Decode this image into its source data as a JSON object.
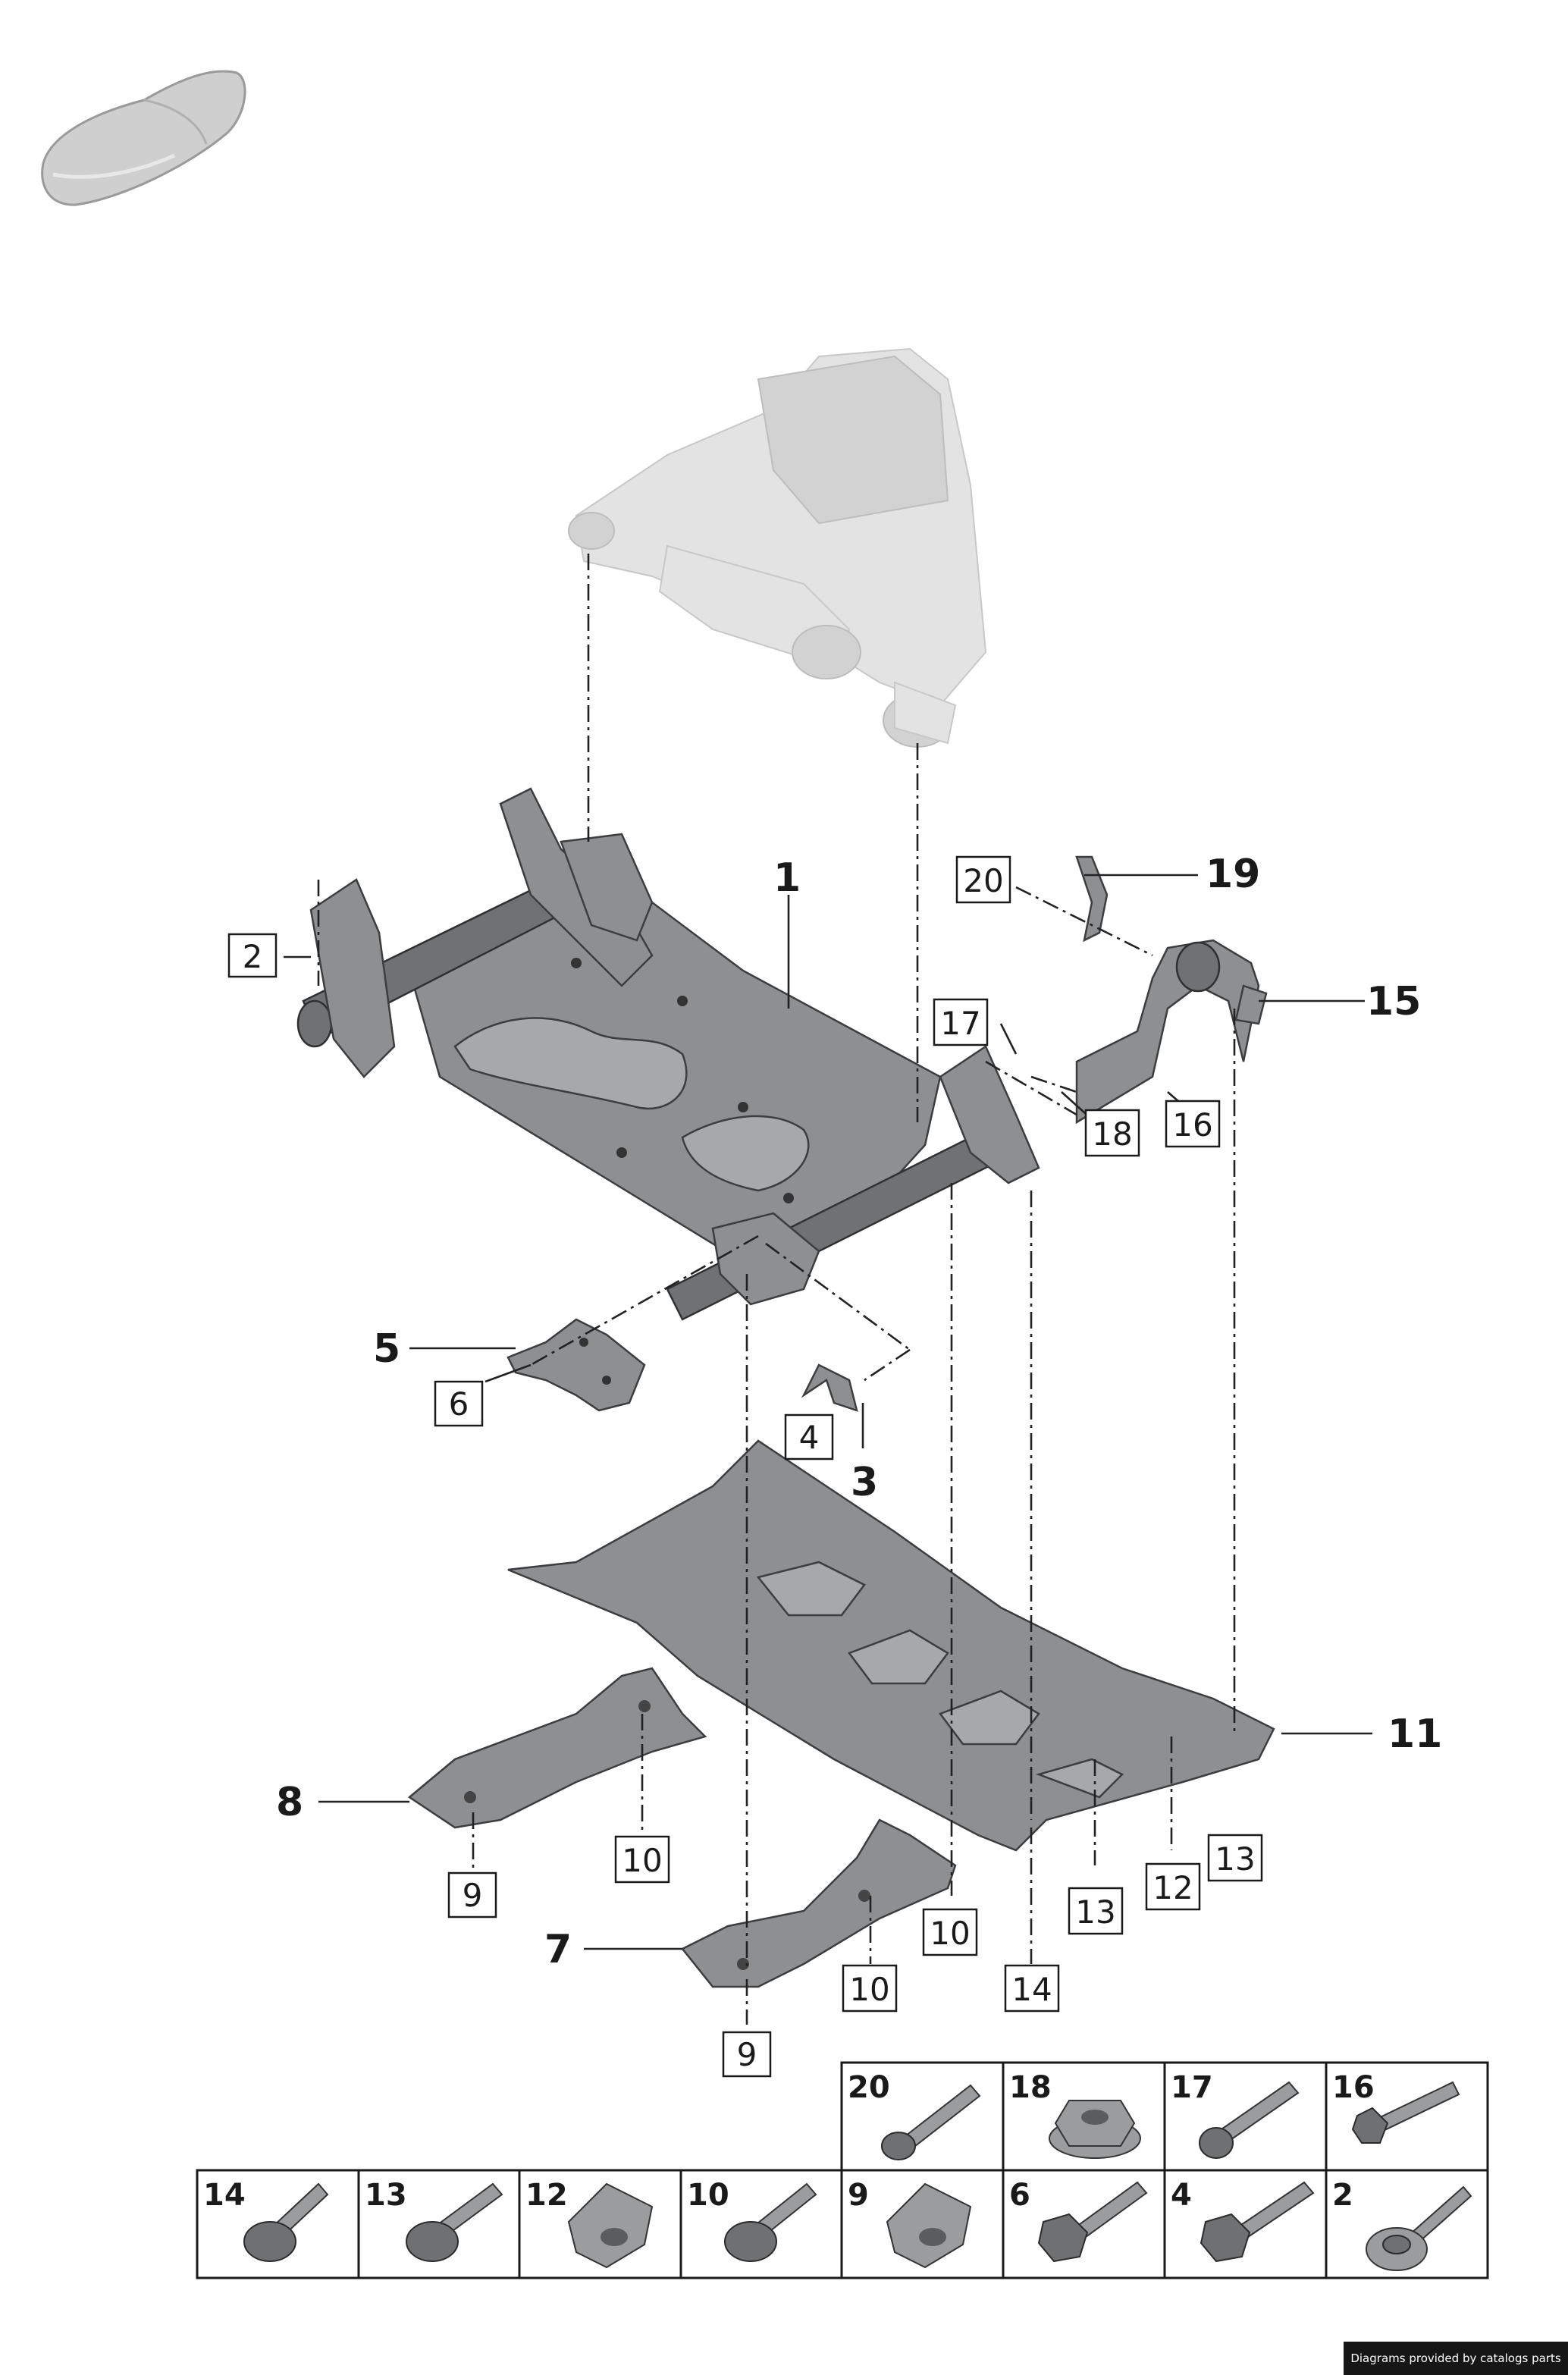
{
  "callouts": {
    "c1": "1",
    "c2": "2",
    "c3": "3",
    "c4": "4",
    "c5": "5",
    "c6": "6",
    "c7": "7",
    "c8": "8",
    "c9a": "9",
    "c9b": "9",
    "c10a": "10",
    "c10b": "10",
    "c10c": "10",
    "c11": "11",
    "c12": "12",
    "c13a": "13",
    "c13b": "13",
    "c14": "14",
    "c15": "15",
    "c16": "16",
    "c17": "17",
    "c18": "18",
    "c19": "19",
    "c20": "20"
  },
  "hardware_table": {
    "row1": [
      "20",
      "18",
      "17",
      "16"
    ],
    "row2": [
      "14",
      "13",
      "12",
      "10",
      "9",
      "6",
      "4",
      "2"
    ]
  },
  "credit": "Diagrams provided by catalogs parts"
}
